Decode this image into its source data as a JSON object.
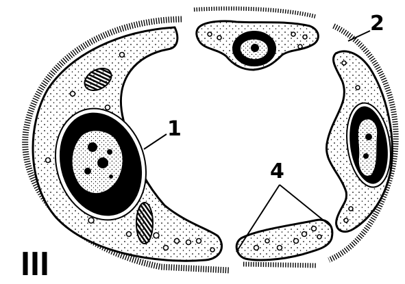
{
  "labels": {
    "cell": "1",
    "membrane": "2",
    "fragments": "4",
    "panel": "III"
  },
  "colors": {
    "ink": "#000000",
    "background": "#ffffff"
  }
}
